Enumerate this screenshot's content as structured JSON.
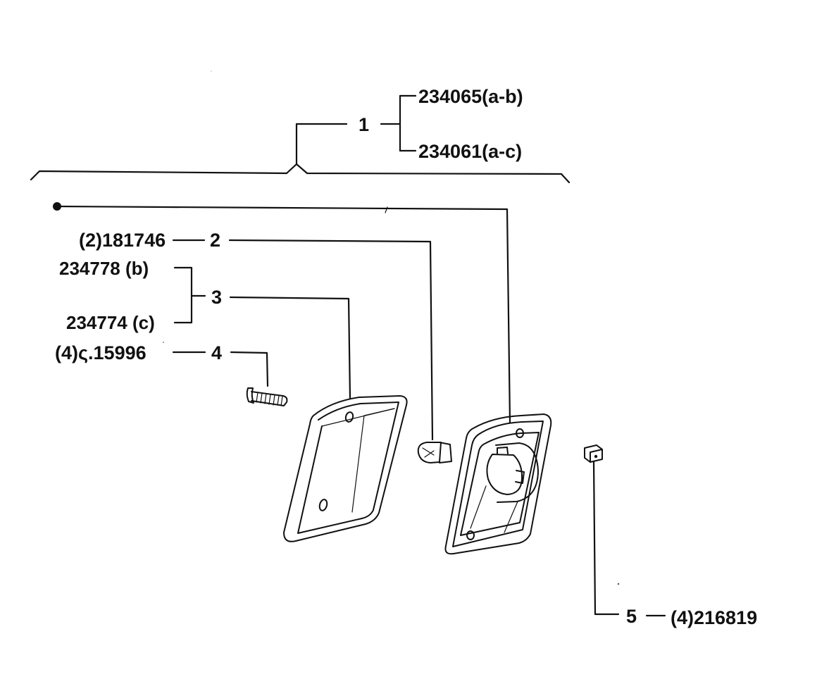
{
  "callouts": {
    "item1": {
      "number": "1",
      "refs": [
        "234065(a-b)",
        "234061(a-c)"
      ]
    },
    "item2": {
      "number": "2",
      "ref": "(2)181746"
    },
    "item3": {
      "number": "3",
      "refs": [
        "234778 (b)",
        "234774 (c)"
      ]
    },
    "item4": {
      "number": "4",
      "ref": "(4)ς.15996"
    },
    "item5": {
      "number": "5",
      "ref": "(4)216819"
    }
  },
  "icons": [
    "assembly-bracket",
    "screw",
    "lens",
    "bulb",
    "lamp-housing",
    "clip-nut"
  ]
}
